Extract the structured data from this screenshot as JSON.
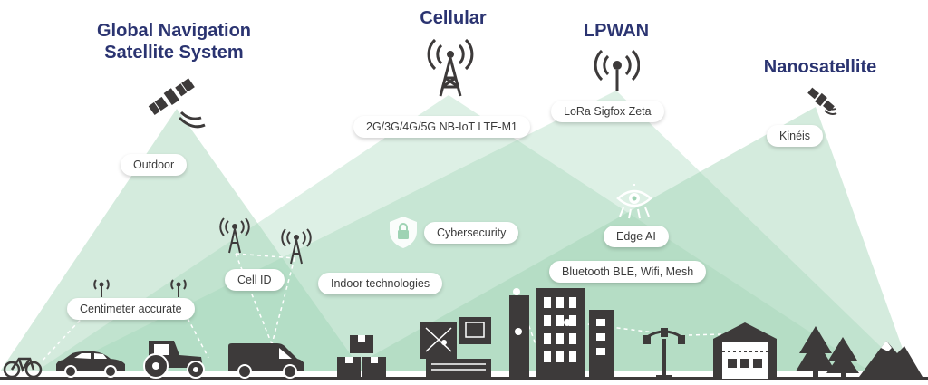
{
  "titles": {
    "gnss": "Global Navigation\nSatellite System",
    "cellular": "Cellular",
    "lpwan": "LPWAN",
    "nanosatellite": "Nanosatellite"
  },
  "labels": {
    "outdoor": "Outdoor",
    "cellular_tech": "2G/3G/4G/5G NB-IoT LTE-M1",
    "lpwan_tech": "LoRa  Sigfox  Zeta",
    "kineis": "Kinéis",
    "cybersecurity": "Cybersecurity",
    "edge_ai": "Edge AI",
    "cell_id": "Cell ID",
    "indoor": "Indoor technologies",
    "bluetooth": "Bluetooth BLE, Wifi, Mesh",
    "centimeter": "Centimeter accurate"
  },
  "colors": {
    "title": "#2b3471",
    "beam": "#9fd3b4",
    "icon": "#3d3a3a",
    "pill_text": "#3a3a3a"
  },
  "icons": [
    "satellite-icon",
    "cell-tower-icon",
    "lpwan-antenna-icon",
    "nanosatellite-icon",
    "small-antenna-icon",
    "cell-tower-small-icon",
    "shield-lock-icon",
    "edge-ai-eye-icon",
    "bicycle-icon",
    "car-icon",
    "tractor-icon",
    "van-icon",
    "boxes-icon",
    "factory-machine-icon",
    "city-buildings-icon",
    "street-lamp-icon",
    "warehouse-icon",
    "pine-trees-icon",
    "mountain-icon"
  ]
}
